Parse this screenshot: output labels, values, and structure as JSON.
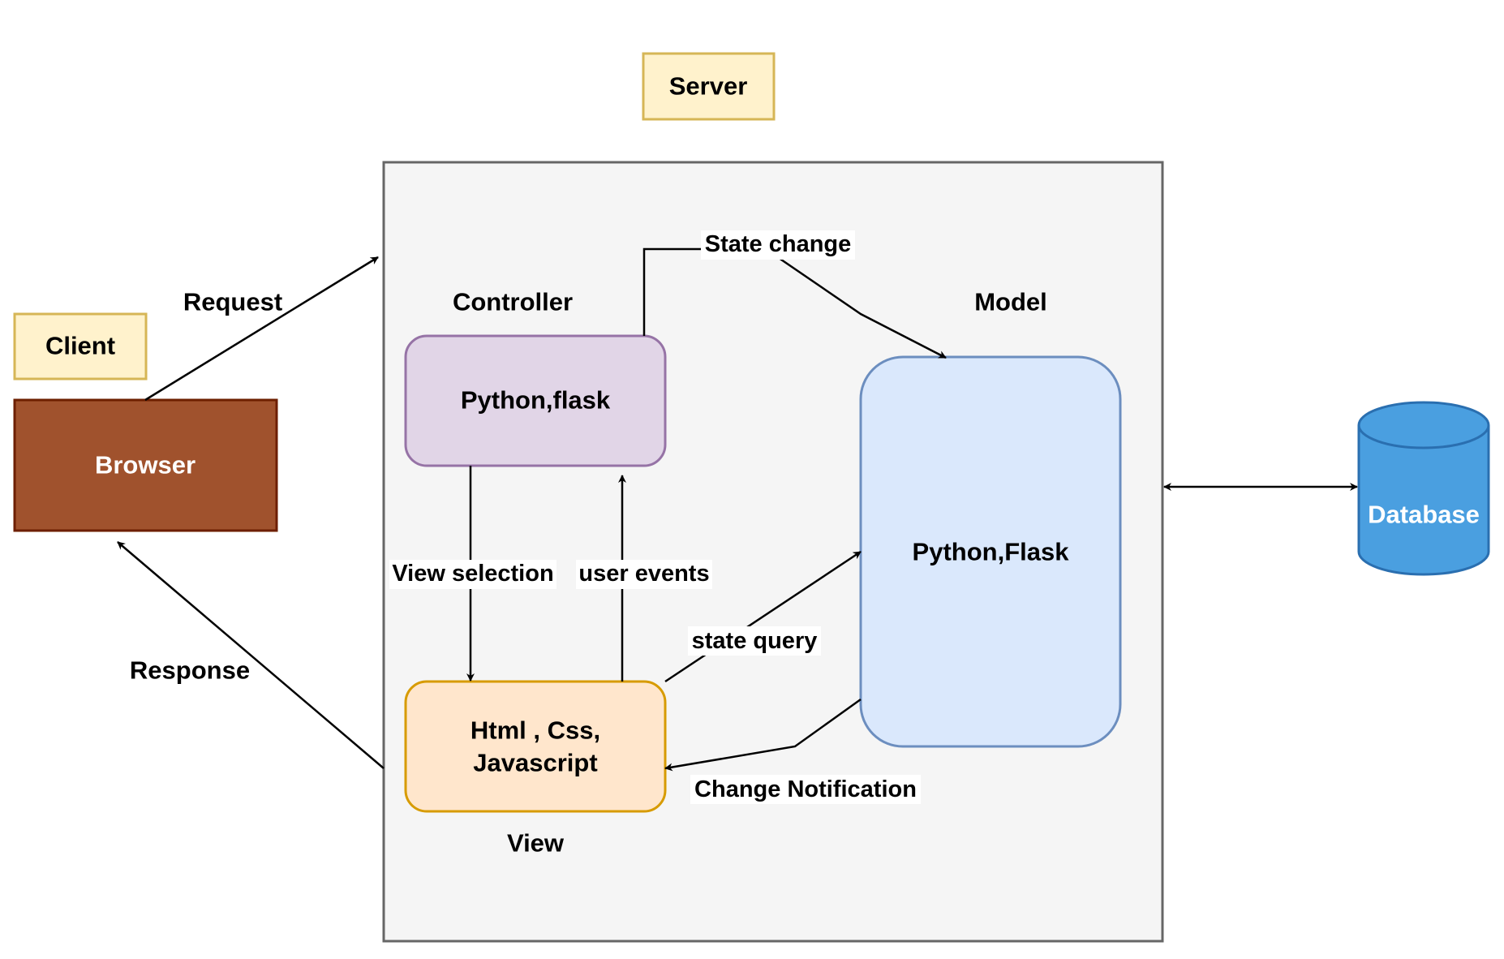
{
  "labels": {
    "server": "Server",
    "client": "Client",
    "browser": "Browser",
    "controller": "Controller",
    "controller_box": "Python,flask",
    "model": "Model",
    "model_box": "Python,Flask",
    "view": "View",
    "view_box_line1": "Html , Css,",
    "view_box_line2": "Javascript",
    "database": "Database"
  },
  "edges": {
    "request": "Request",
    "response": "Response",
    "state_change": "State change",
    "view_selection": "View selection",
    "user_events": "user events",
    "state_query": "state query",
    "change_notification": "Change Notification"
  },
  "colors": {
    "server_box_fill": "#f5f5f5",
    "server_box_stroke": "#666666",
    "tag_fill": "#fff2cc",
    "tag_stroke": "#d6b656",
    "browser_fill": "#a0522d",
    "browser_stroke": "#6d1f00",
    "controller_fill": "#e1d5e7",
    "controller_stroke": "#9673a6",
    "model_fill": "#dae8fc",
    "model_stroke": "#6c8ebf",
    "view_fill": "#ffe6cc",
    "view_stroke": "#d79b00",
    "database_fill": "#4a9fe0",
    "database_stroke": "#2a6fb0"
  }
}
